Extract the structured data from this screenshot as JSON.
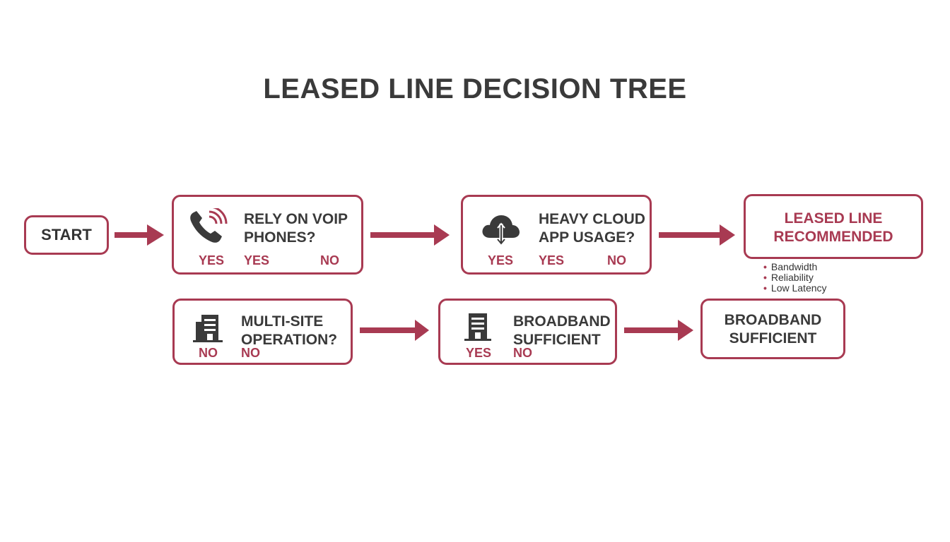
{
  "title": "LEASED LINE DECISION TREE",
  "colors": {
    "accent": "#a83a52",
    "text": "#333333"
  },
  "start": {
    "label": "START"
  },
  "q1": {
    "icon": "phone-signal-icon",
    "text": "RELY ON VOIP\nPHONES?",
    "answers": [
      "YES",
      "YES",
      "NO"
    ]
  },
  "q2": {
    "icon": "cloud-sync-icon",
    "text": "HEAVY CLOUD\nAPP USAGE?",
    "answers": [
      "YES",
      "YES",
      "NO"
    ]
  },
  "leased": {
    "text": "LEASED LINE\nRECOMMENDED",
    "bullets": [
      "Bandwidth",
      "Reliability",
      "Low Latency"
    ]
  },
  "q3": {
    "icon": "building-icon",
    "text": "MULTI-SITE\nOPERATION?",
    "answers": [
      "NO",
      "NO"
    ]
  },
  "q4": {
    "icon": "building-icon",
    "text": "BROADBAND\nSUFFICIENT",
    "answers": [
      "YES",
      "NO"
    ]
  },
  "broadband": {
    "text": "BROADBAND\nSUFFICIENT"
  }
}
